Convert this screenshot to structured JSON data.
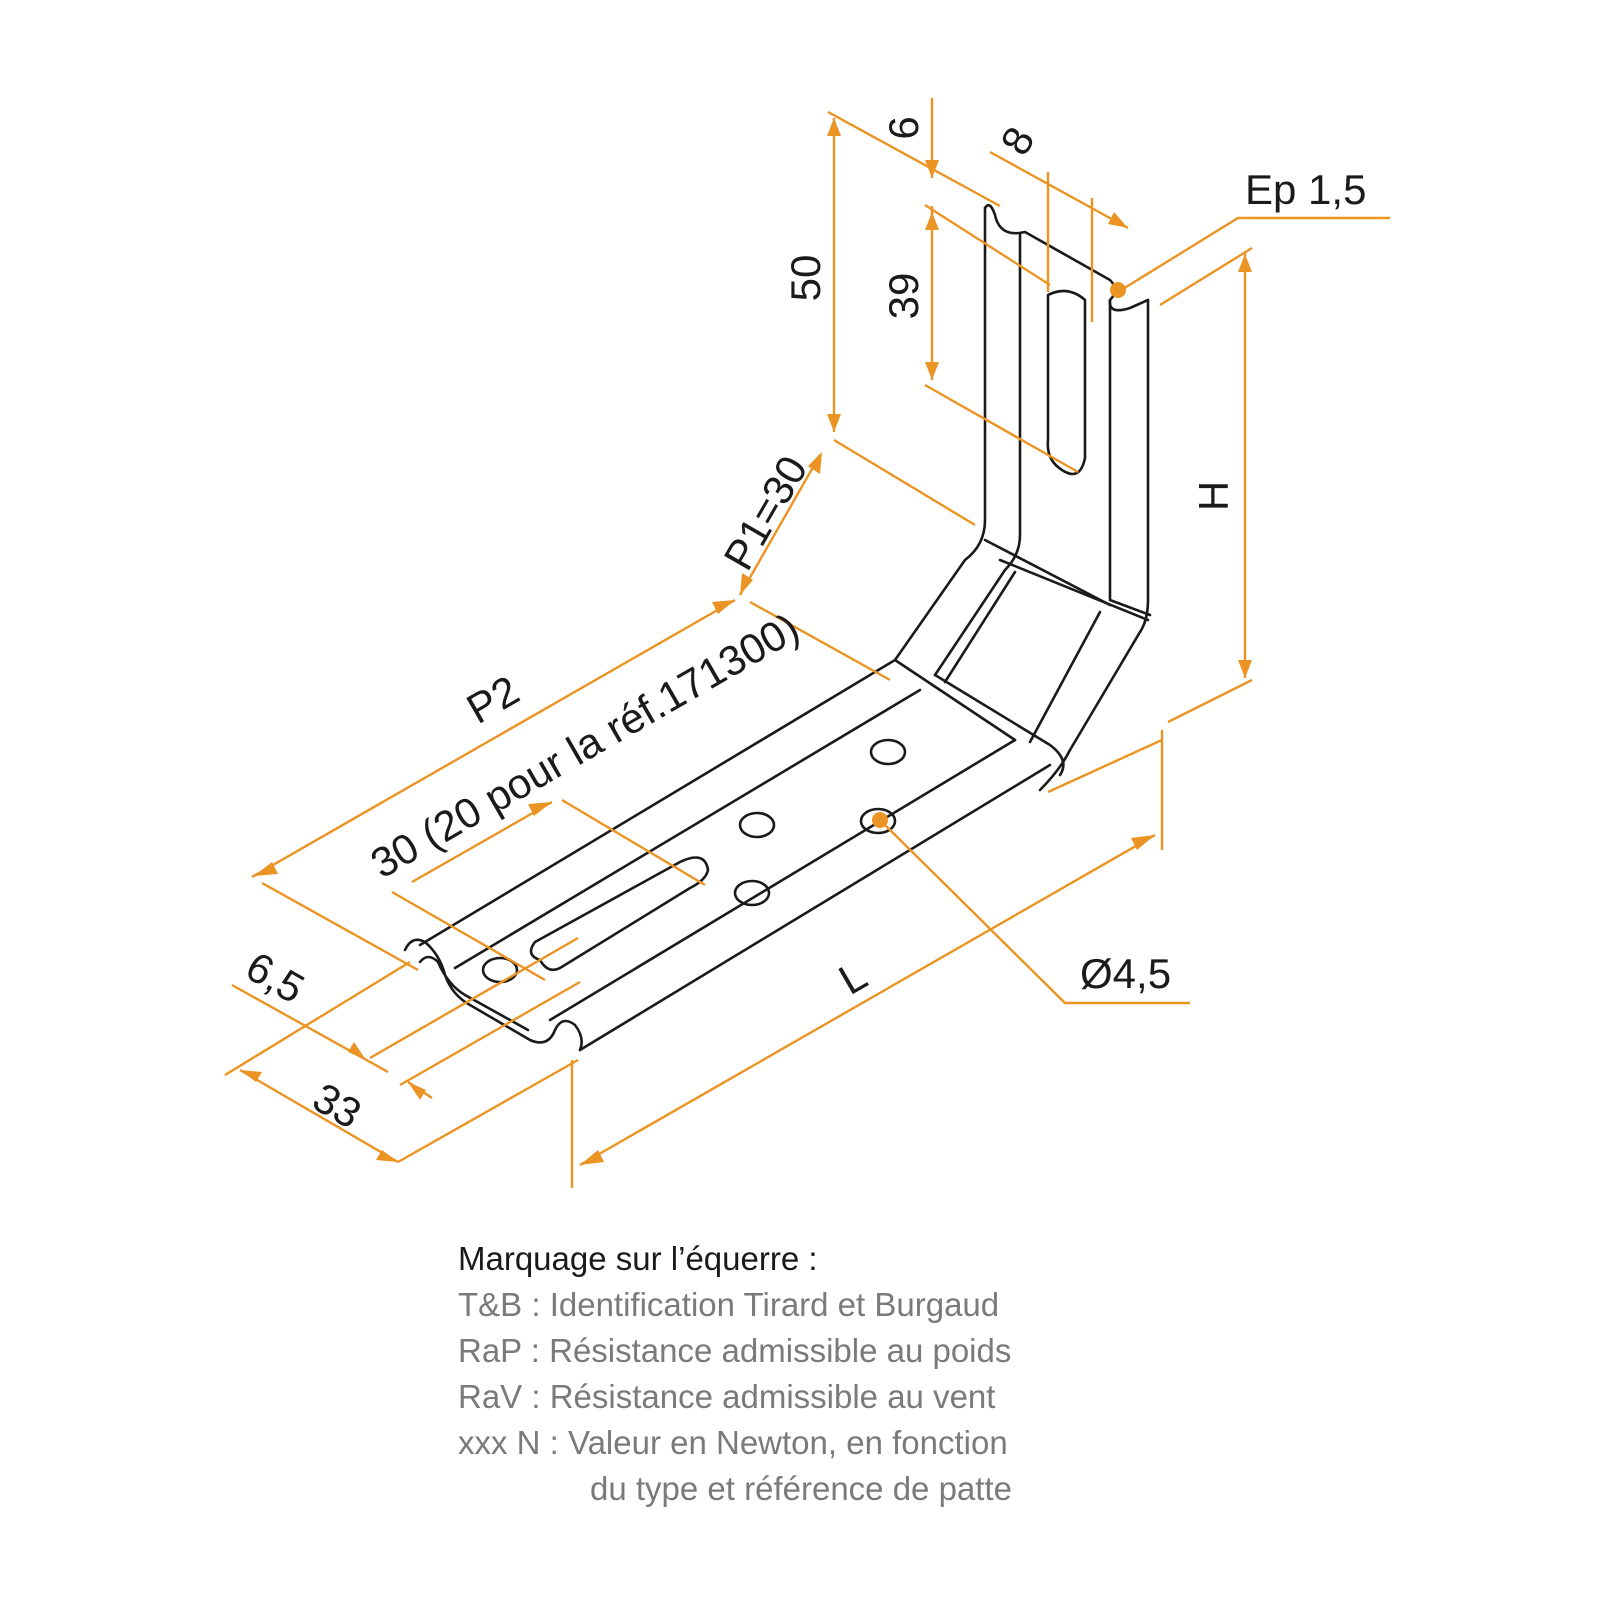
{
  "dimensions": {
    "top_slot_offset": "6",
    "slot_width": "8",
    "thickness": "Ep 1,5",
    "height_total": "50",
    "slot_length": "39",
    "height_h": "H",
    "p1": "P1=30",
    "p2": "P2",
    "slot_base": "30 (20 pour la réf.171300)",
    "edge_offset": "6,5",
    "width": "33",
    "length": "L",
    "hole_diameter": "Ø4,5"
  },
  "colors": {
    "dimension_lines": "#ec9423",
    "part_outline": "#1a1a1a",
    "legend_title": "#1a1a1a",
    "legend_text": "#7a7a7a"
  },
  "legend": {
    "title": "Marquage sur l’équerre :",
    "items": [
      {
        "code": "T&B",
        "sep": " : ",
        "text": "Identification Tirard et Burgaud"
      },
      {
        "code": "RaP",
        "sep": " : ",
        "text": "Résistance admissible au poids"
      },
      {
        "code": "RaV",
        "sep": " : ",
        "text": "Résistance admissible au vent"
      },
      {
        "code": "xxx N",
        "sep": " : ",
        "text": "Valeur en Newton, en fonction"
      }
    ],
    "continuation": "du type et référence de patte"
  }
}
